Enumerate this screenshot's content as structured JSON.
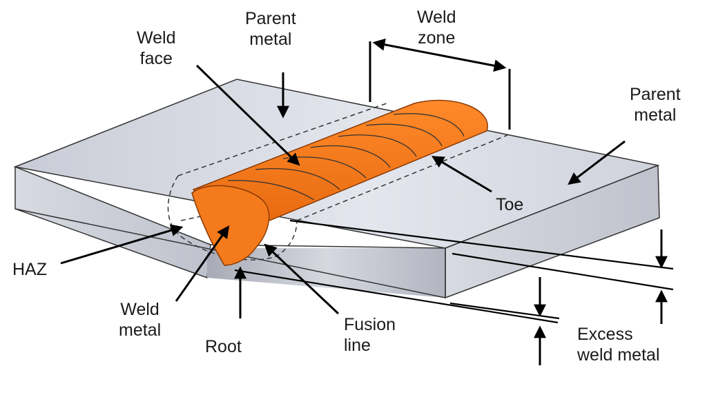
{
  "labels": {
    "weld_face": [
      "Weld",
      "face"
    ],
    "parent_metal_top": [
      "Parent",
      "metal"
    ],
    "weld_zone": [
      "Weld",
      "zone"
    ],
    "parent_metal_right": [
      "Parent",
      "metal"
    ],
    "toe": "Toe",
    "haz": "HAZ",
    "weld_metal": [
      "Weld",
      "metal"
    ],
    "root": "Root",
    "fusion_line": [
      "Fusion",
      "line"
    ],
    "excess_weld_metal": [
      "Excess",
      "weld metal"
    ]
  },
  "colors": {
    "weld": "#f47a1c",
    "weld_dark": "#d55a08",
    "plate_top": "#d2d4de",
    "plate_front": "#b9bbc6",
    "plate_side": "#c8cad4",
    "line": "#000000"
  }
}
